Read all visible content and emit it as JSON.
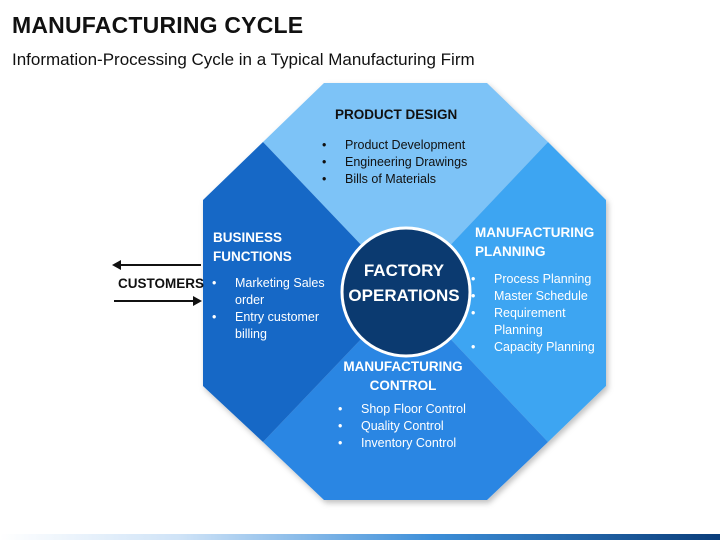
{
  "title": "MANUFACTURING CYCLE",
  "subtitle": "Information-Processing Cycle in a Typical Manufacturing Firm",
  "center": {
    "line1": "FACTORY",
    "line2": "OPERATIONS"
  },
  "customers": "CUSTOMERS",
  "segments": {
    "product_design": {
      "title": "PRODUCT DESIGN",
      "items": [
        "Product Development",
        "Engineering Drawings",
        "Bills of Materials"
      ],
      "color": "#7dc3f7"
    },
    "manufacturing_planning": {
      "title_line1": "MANUFACTURING",
      "title_line2": "PLANNING",
      "items": [
        "Process Planning",
        "Master Schedule",
        "Requirement",
        "Planning",
        "Capacity Planning"
      ],
      "color": "#3ea5f2"
    },
    "manufacturing_control": {
      "title_line1": "MANUFACTURING",
      "title_line2": "CONTROL",
      "items": [
        "Shop Floor Control",
        "Quality Control",
        "Inventory Control"
      ],
      "color": "#2b86e3"
    },
    "business_functions": {
      "title_line1": "BUSINESS",
      "title_line2": "FUNCTIONS",
      "items": [
        "Marketing Sales",
        "order",
        "Entry customer",
        "billing"
      ],
      "color": "#1467c6"
    }
  },
  "center_color": "#0b3a70"
}
